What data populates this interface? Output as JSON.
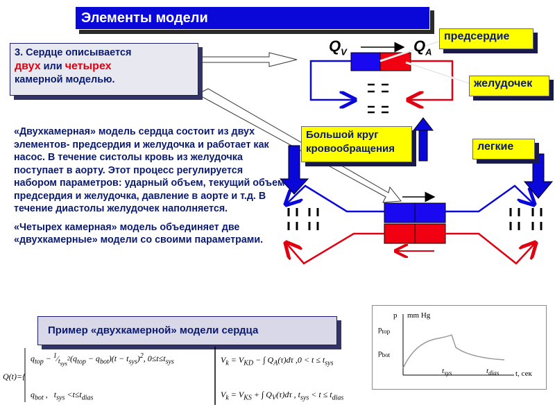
{
  "title": "Элементы модели",
  "note": {
    "line1": "3. Сердце описывается",
    "two": "двух",
    "or": " или ",
    "four": "четырех",
    "line3": "камерной моделью."
  },
  "labels": {
    "atrium": "предсердие",
    "ventricle": "желудочек",
    "systemic": "Большой круг кровообращения",
    "lungs": "легкие",
    "qv": "Q",
    "qv_sub": "V",
    "qa": "Q",
    "qa_sub": "A"
  },
  "description": {
    "p1": "«Двухкамерная» модель сердца состоит из двух элементов- предсердия и желудочка и работает как насос. В течение систолы кровь из желудочка поступает в аорту. Этот процесс регулируется набором параметров: ударный объем, текущий объем предсердия и желудочка, давление в аорте и т.д.  В течение диастолы желудочек наполняется.",
    "p2": "«Четырех камерная» модель объединяет две «двухкамерные» модели со своими параметрами."
  },
  "example": "Пример «двухкамерной» модели сердца",
  "graph": {
    "y_label": "p",
    "y_unit": "mm  Hg",
    "p_top": "p",
    "p_top_sub": "top",
    "p_bot": "p",
    "p_bot_sub": "bot",
    "t_sys": "t",
    "t_sys_sub": "sys",
    "t_dias": "t",
    "t_dias_sub": "dias",
    "x_label": "t, сек"
  },
  "colors": {
    "blue": "#0a08d8",
    "red": "#e00010",
    "yellow": "#ffff00",
    "text": "#0a1a6e"
  }
}
